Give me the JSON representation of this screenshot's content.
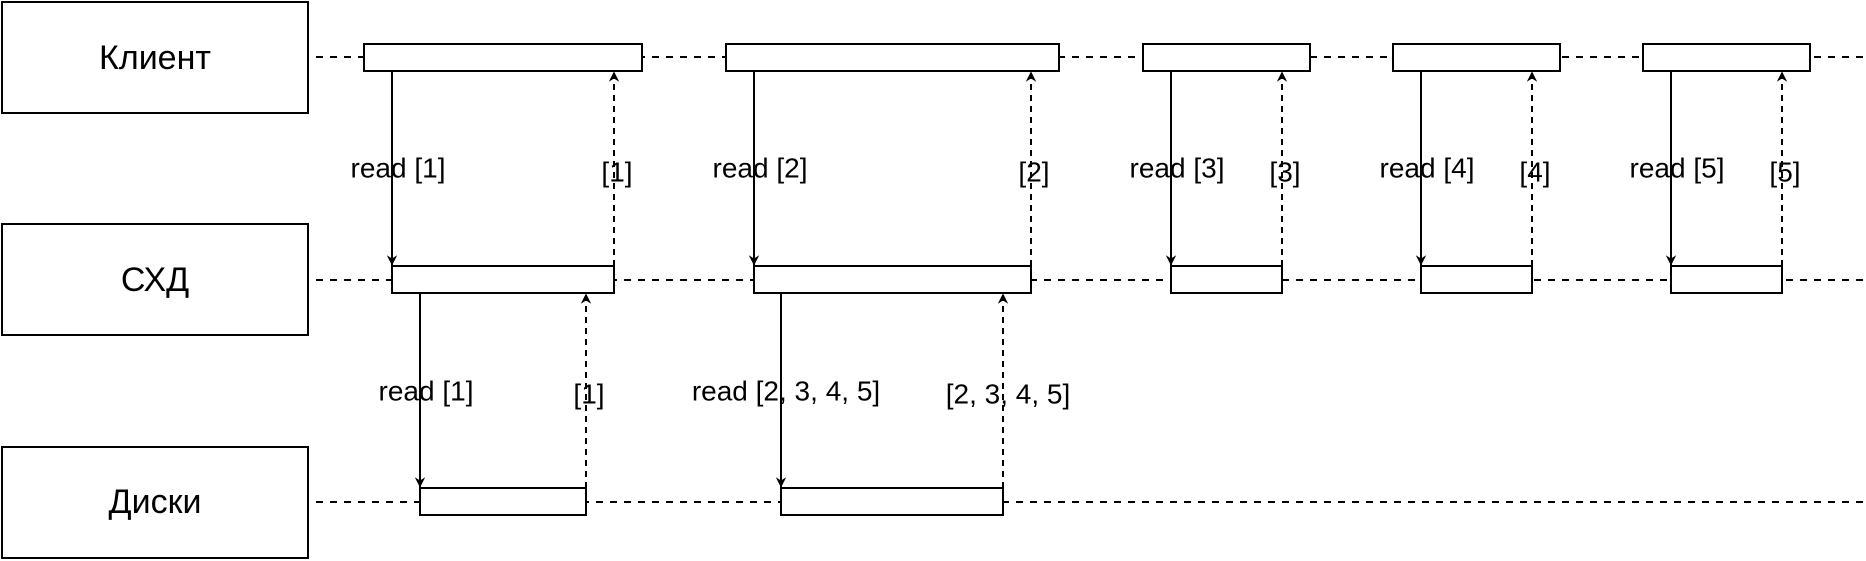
{
  "lanes": {
    "client": "Клиент",
    "storage": "СХД",
    "disks": "Диски"
  },
  "client_storage": [
    {
      "request": "read [1]",
      "response": "[1]"
    },
    {
      "request": "read [2]",
      "response": "[2]"
    },
    {
      "request": "read [3]",
      "response": "[3]"
    },
    {
      "request": "read [4]",
      "response": "[4]"
    },
    {
      "request": "read [5]",
      "response": "[5]"
    }
  ],
  "storage_disks": [
    {
      "request": "read [1]",
      "response": "[1]"
    },
    {
      "request": "read [2, 3, 4, 5]",
      "response": "[2, 3, 4, 5]"
    }
  ]
}
